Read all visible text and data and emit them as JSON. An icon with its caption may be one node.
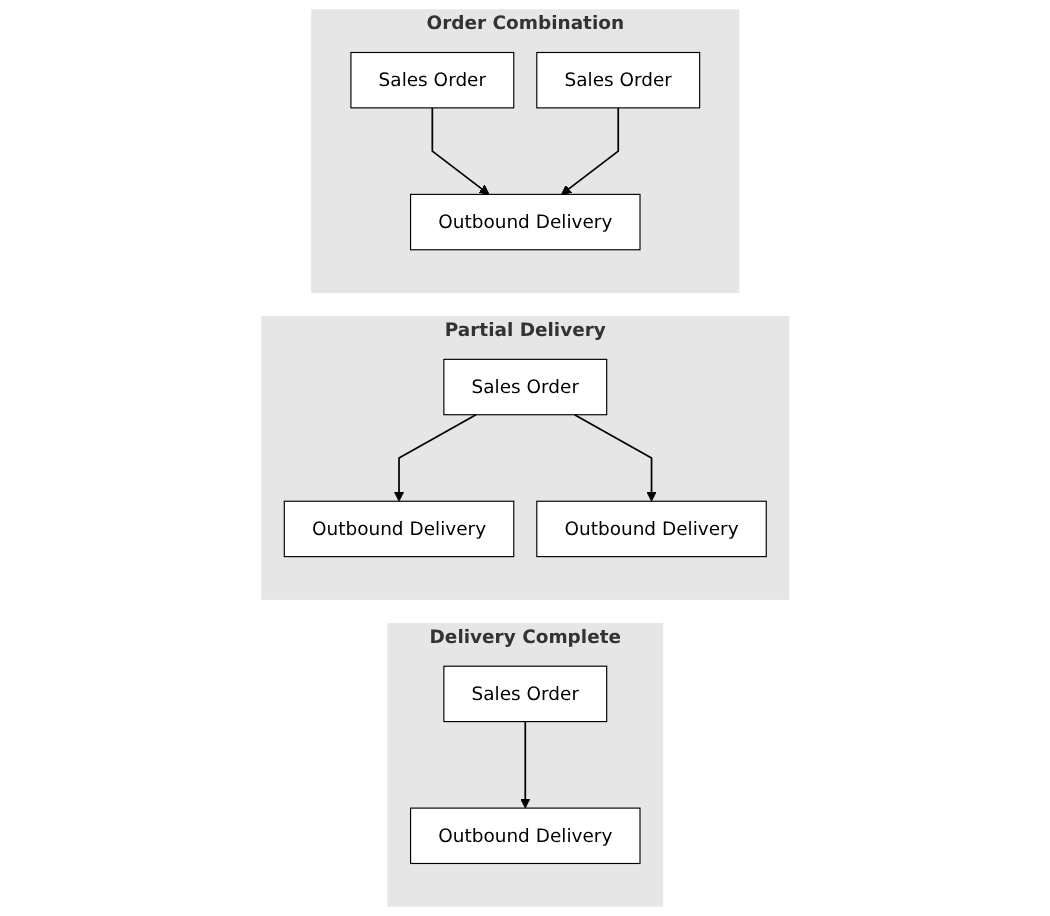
{
  "diagram": {
    "nodes": [
      {
        "text": [
          "Delivery Complete"
        ]
      },
      {
        "text": [
          "Sales Order"
        ],
        "in": 0
      },
      {
        "text": [
          "Outbound Delivery"
        ],
        "in": 0
      },
      {
        "text": [
          "Partial Delivery"
        ]
      },
      {
        "text": [
          "Sales Order"
        ],
        "in": 3
      },
      {
        "text": [
          "Outbound Delivery"
        ],
        "in": 3
      },
      {
        "text": [
          "Outbound Delivery"
        ],
        "in": 3
      },
      {
        "text": [
          "Order Combination"
        ]
      },
      {
        "text": [
          "Sales Order"
        ],
        "in": 7
      },
      {
        "text": [
          "Sales Order"
        ],
        "in": 7
      },
      {
        "text": [
          "Outbound Delivery"
        ],
        "in": 7
      }
    ],
    "edges": [
      {
        "from": 1,
        "to": 2,
        "arrow": "to"
      },
      {
        "from": 4,
        "to": 5,
        "arrow": "to"
      },
      {
        "from": 4,
        "to": 6,
        "arrow": "to"
      },
      {
        "from": 8,
        "to": 10,
        "arrow": "to"
      },
      {
        "from": 9,
        "to": 10,
        "arrow": "to"
      }
    ]
  }
}
